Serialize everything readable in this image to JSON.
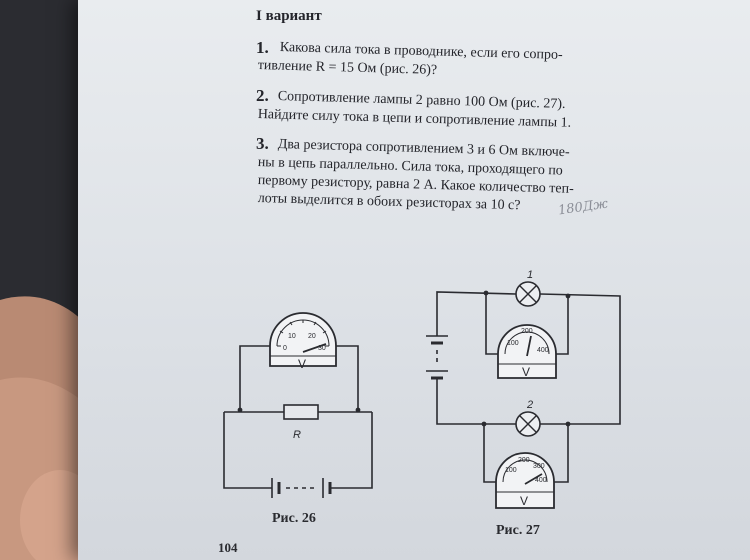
{
  "header": "I вариант",
  "problems": [
    {
      "number": "1.",
      "lines": [
        "Какова сила тока в проводнике, если его сопро-",
        "тивление R = 15 Ом (рис. 26)?"
      ]
    },
    {
      "number": "2.",
      "lines": [
        "Сопротивление лампы 2 равно 100 Ом (рис. 27).",
        "Найдите силу тока в цепи и сопротивление лампы 1."
      ]
    },
    {
      "number": "3.",
      "lines": [
        "Два резистора сопротивлением 3 и 6 Ом включе-",
        "ны в цепь параллельно. Сила тока, проходящего по",
        "первому резистору, равна 2 А. Какое количество теп-",
        "лоты выделится в обоих резисторах за 10 с?"
      ]
    }
  ],
  "handwritten_note": "180Дж",
  "figure26": {
    "caption": "Рис. 26",
    "resistor_label": "R",
    "meter_symbol": "V",
    "scale": [
      "0",
      "10",
      "20",
      "30"
    ]
  },
  "figure27": {
    "caption": "Рис. 27",
    "lamp1_label": "1",
    "lamp2_label": "2",
    "meter_symbol": "V",
    "meter1_scale": [
      "100",
      "200",
      "400"
    ],
    "meter2_scale": [
      "100",
      "200",
      "300",
      "400"
    ]
  },
  "page_number": "104"
}
